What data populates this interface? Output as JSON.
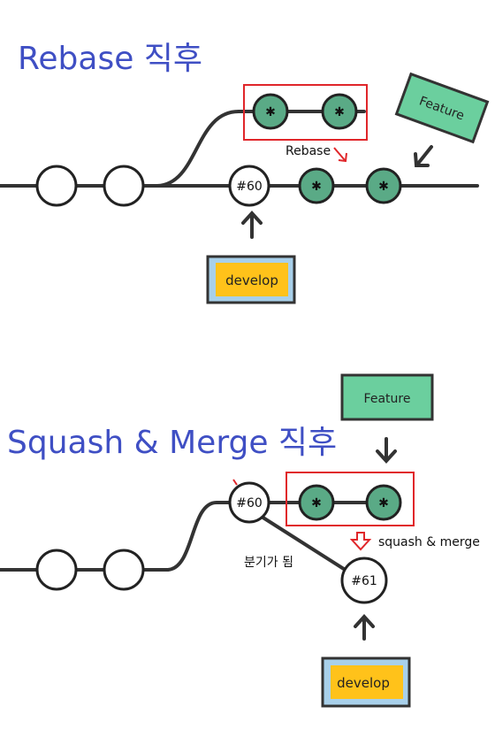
{
  "rebase": {
    "title": "Rebase 직후",
    "annotation": "Rebase",
    "commit_label": "#60",
    "feature_label": "Feature",
    "develop_label": "develop"
  },
  "squash": {
    "title": "Squash & Merge 직후",
    "commit_a_label": "#60",
    "commit_b_label": "#61",
    "annotation": "squash & merge",
    "branch_note": "분기가 됨",
    "feature_label": "Feature",
    "develop_label": "develop"
  },
  "colors": {
    "title": "#3f4fc4",
    "commit_green": "#5aaa86",
    "feature_box": "#6bcf9e",
    "develop_box": "#ffc21a",
    "develop_frame": "#a8d0ea",
    "highlight": "#e0262a"
  }
}
